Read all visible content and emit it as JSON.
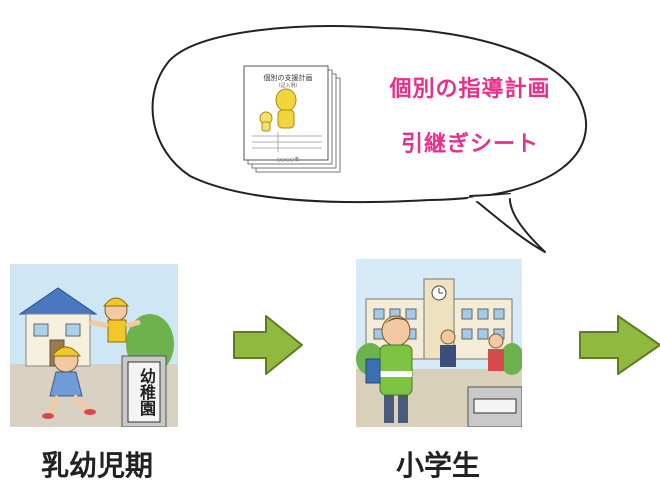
{
  "bubble": {
    "booklet": {
      "title": "個別の支援計画",
      "subtitle": "（記入例）",
      "footer": "○○○○市"
    },
    "lines": [
      "個別の指導計画",
      "引継ぎシート"
    ]
  },
  "stages": [
    {
      "label": "乳幼児期",
      "sign_text": "幼稚園"
    },
    {
      "label": "小学生"
    }
  ],
  "colors": {
    "accent_text": "#e8308a",
    "arrow_fill": "#8fb93f",
    "arrow_stroke": "#5e7d23"
  }
}
